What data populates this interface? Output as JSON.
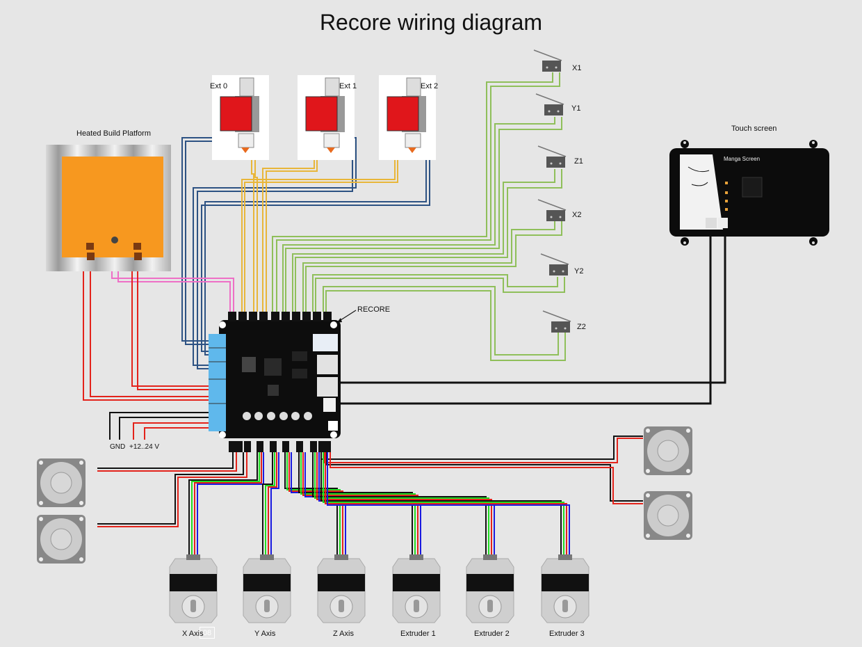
{
  "title": "Recore wiring diagram",
  "board": {
    "label": "RECORE"
  },
  "heated_bed": {
    "label": "Heated Build Platform"
  },
  "touch_screen": {
    "label": "Touch screen",
    "brand_text": "Manga Screen"
  },
  "hotends": [
    {
      "label": "Ext 0"
    },
    {
      "label": "Ext 1"
    },
    {
      "label": "Ext 2"
    }
  ],
  "endstops": [
    {
      "label": "X1"
    },
    {
      "label": "Y1"
    },
    {
      "label": "Z1"
    },
    {
      "label": "X2"
    },
    {
      "label": "Y2"
    },
    {
      "label": "Z2"
    }
  ],
  "power": {
    "gnd_label": "GND",
    "vin_label": "+12..24 V"
  },
  "motors": [
    {
      "label": "X Axis"
    },
    {
      "label": "Y Axis"
    },
    {
      "label": "Z Axis"
    },
    {
      "label": "Extruder 1"
    },
    {
      "label": "Extruder 2"
    },
    {
      "label": "Extruder 3"
    }
  ],
  "overlay_badge": "08",
  "colors": {
    "background": "#e6e6e6",
    "thermistor_hotend": "#e8b63a",
    "heater_hotend": "#2d5283",
    "endstop": "#8fbf5a",
    "thermistor_bed": "#ee6fc6",
    "power_red": "#e3231b",
    "ground_black": "#111111",
    "stepper_green": "#22dd22",
    "stepper_blue": "#1a1ae0",
    "bed_orange": "#f7981f",
    "heater_red": "#e0161b",
    "board_connector_blue": "#5fb8ec"
  }
}
